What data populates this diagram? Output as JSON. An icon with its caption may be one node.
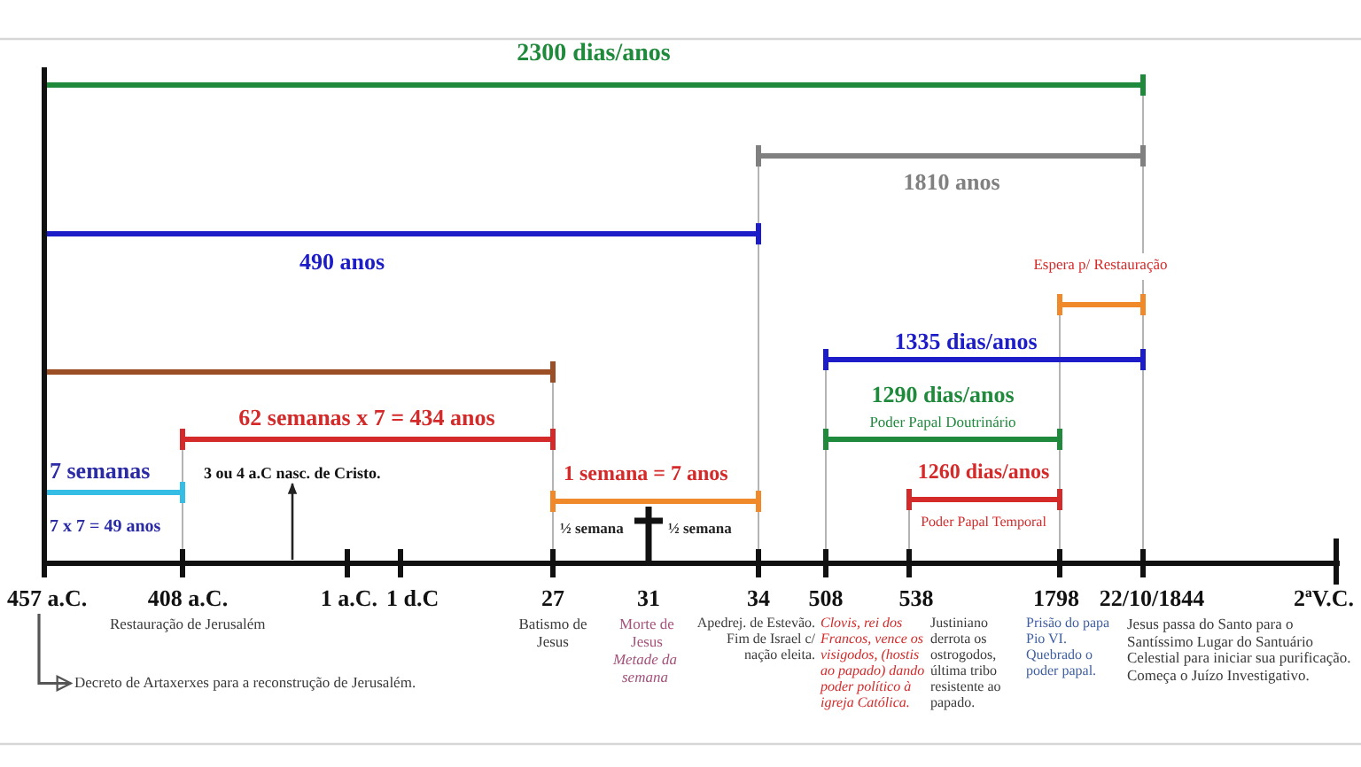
{
  "diagram": {
    "nodes": [
      {
        "text": [
          "457 a.C."
        ]
      },
      {
        "text": [
          "Decreto de Artaxerxes para a reconstrução de Jerusalém."
        ]
      },
      {
        "text": [
          "3 ou 4 a.C nasc. de Cristo."
        ]
      }
    ],
    "edges": [
      {
        "from": 0,
        "to": 1,
        "arrow": "to"
      },
      {
        "from": null,
        "to": 2,
        "arrow": "to"
      }
    ],
    "labels": [
      "2300 dias/anos",
      "1810 anos",
      "490 anos",
      "Espera p/ Restauração",
      "1335 dias/anos",
      "1290 dias/anos",
      "62 semanas x 7 = 434 anos",
      "Poder Papal Doutrinário",
      "7 semanas",
      "1 semana = 7 anos",
      "1260 dias/anos",
      "7 x 7 = 49 anos",
      "½ semana",
      "½ semana",
      "Poder Papal Temporal",
      "408 a.C.",
      "1 a.C.",
      "1 d.C",
      "27",
      "31",
      "34",
      "508",
      "538",
      "1798",
      "22/10/1844",
      "2ªV.C.",
      "Restauração de Jerusalém",
      "Batismo de Jesus",
      "Morte de Jesus",
      "Metade da semana",
      "Apedrej. de Estevão. Fim de Israel c/ nação eleita.",
      "Clovis, rei dos Francos, vence os visigodos, (hostis ao papado) dando poder político à igreja Católica.",
      "Justiniano derrota os ostrogodos, última tribo resistente ao papado.",
      "Prisão do papa Pio VI. Quebrado o poder papal.",
      "Jesus passa do Santo para o Santíssimo Lugar do Santuário Celestial para iniciar sua purificação. Começa o Juízo Investigativo."
    ]
  }
}
